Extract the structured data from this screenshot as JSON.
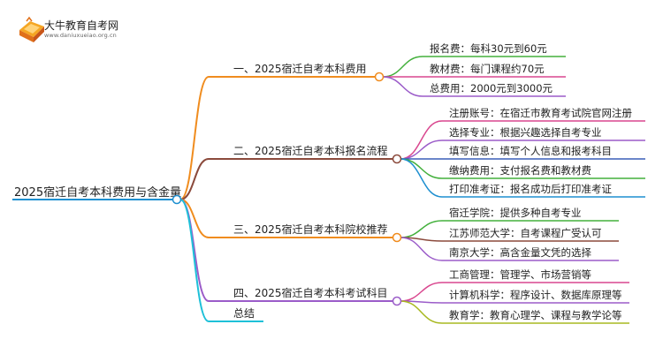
{
  "logo": {
    "name": "大牛教育自考网",
    "url": "www.daniuxueiao.org.cn"
  },
  "root": {
    "label": "2025宿迁自考本科费用与含金量"
  },
  "branches": [
    {
      "label": "一、2025宿迁自考本科费用",
      "color": "#f08c1e",
      "children": [
        {
          "label": "报名费：每科30元到60元",
          "color": "#43b03c"
        },
        {
          "label": "教材费：每门课程约70元",
          "color": "#d9478f"
        },
        {
          "label": "总费用：2000元到3000元",
          "color": "#9b5cc9"
        }
      ]
    },
    {
      "label": "二、2025宿迁自考本科报名流程",
      "color": "#8b4a3c",
      "children": [
        {
          "label": "注册账号：在宿迁市教育考试院官网注册",
          "color": "#d9478f"
        },
        {
          "label": "选择专业：根据兴趣选择自考专业",
          "color": "#9b5cc9"
        },
        {
          "label": "填写信息：填写个人信息和报考科目",
          "color": "#3a5fb8"
        },
        {
          "label": "缴纳费用：支付报名费和教材费",
          "color": "#43b03c"
        },
        {
          "label": "打印准考证：报名成功后打印准考证",
          "color": "#1e8fd0"
        }
      ]
    },
    {
      "label": "三、2025宿迁自考本科院校推荐",
      "color": "#f08c1e",
      "children": [
        {
          "label": "宿迁学院：提供多种自考专业",
          "color": "#43b03c"
        },
        {
          "label": "江苏师范大学：自考课程广受认可",
          "color": "#8b4a3c"
        },
        {
          "label": "南京大学：高含金量文凭的选择",
          "color": "#9b5cc9"
        }
      ]
    },
    {
      "label": "四、2025宿迁自考本科考试科目",
      "color": "#9b5cc9",
      "children": [
        {
          "label": "工商管理：管理学、市场营销等",
          "color": "#d9478f"
        },
        {
          "label": "计算机科学：程序设计、数据库原理等",
          "color": "#9b5cc9"
        },
        {
          "label": "教育学：教育心理学、课程与教学论等",
          "color": "#a8b820"
        }
      ]
    },
    {
      "label": "总结",
      "color": "#1ec0d8",
      "children": []
    }
  ]
}
